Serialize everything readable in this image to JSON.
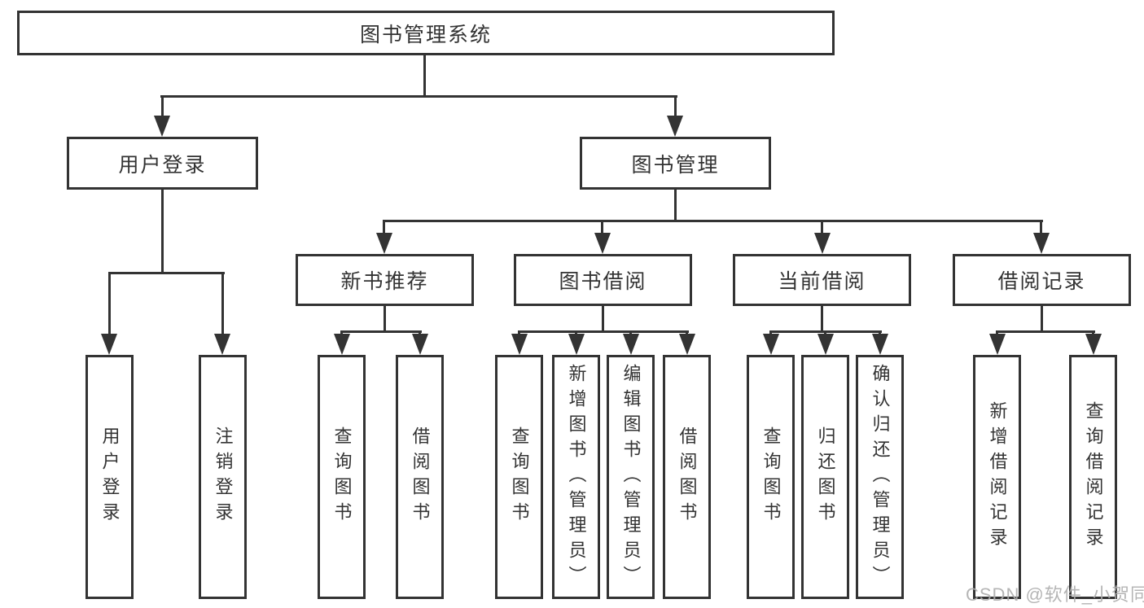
{
  "style": {
    "line_color": "#333333",
    "text_color": "#333333",
    "watermark_color": "#aeaeae",
    "background": "#ffffff"
  },
  "diagram": {
    "type": "tree",
    "root": {
      "label": "图书管理系统"
    },
    "branches": [
      {
        "label": "用户登录",
        "children": [
          {
            "label": "用户登录"
          },
          {
            "label": "注销登录"
          }
        ]
      },
      {
        "label": "图书管理",
        "children": [
          {
            "label": "新书推荐",
            "children": [
              {
                "label": "查询图书"
              },
              {
                "label": "借阅图书"
              }
            ]
          },
          {
            "label": "图书借阅",
            "children": [
              {
                "label": "查询图书"
              },
              {
                "label": "新增图书（管理员）"
              },
              {
                "label": "编辑图书（管理员）"
              },
              {
                "label": "借阅图书"
              }
            ]
          },
          {
            "label": "当前借阅",
            "children": [
              {
                "label": "查询图书"
              },
              {
                "label": "归还图书"
              },
              {
                "label": "确认归还（管理员）"
              }
            ]
          },
          {
            "label": "借阅记录",
            "children": [
              {
                "label": "新增借阅记录"
              },
              {
                "label": "查询借阅记录"
              }
            ]
          }
        ]
      }
    ],
    "watermark": "CSDN @软件_小贺同学"
  }
}
